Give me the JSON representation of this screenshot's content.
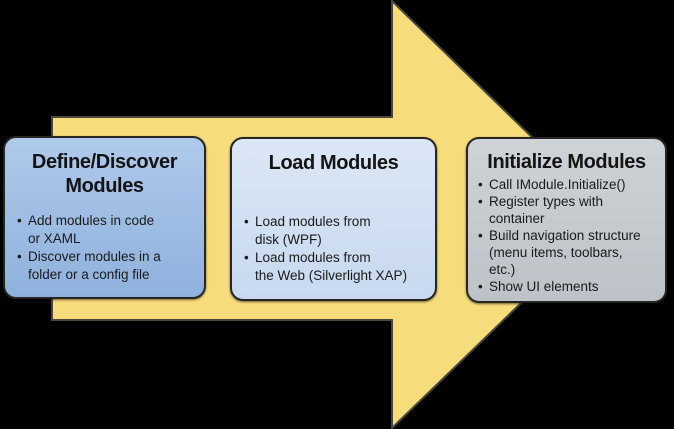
{
  "colors": {
    "background": "#000000",
    "arrow_fill": "#F6DC7B",
    "arrow_outline": "#4A483C",
    "box_define_top": "#AFCAEB",
    "box_define_bottom": "#8FB1DD",
    "box_load_top": "#DBE7F6",
    "box_load_bottom": "#C8D9EF",
    "box_init_top": "#CED3D7",
    "box_init_bottom": "#BCC2C7",
    "box_border": "#26251F",
    "text": "#1A1A1A"
  },
  "boxes": [
    {
      "id": "define-discover-modules",
      "title": "Define/Discover\nModules",
      "bullets": [
        "Add modules in code\nor XAML",
        "Discover modules in a\nfolder or a config file"
      ]
    },
    {
      "id": "load-modules",
      "title": "Load Modules",
      "bullets": [
        "Load modules from\ndisk (WPF)",
        "Load modules from\nthe Web (Silverlight XAP)"
      ]
    },
    {
      "id": "initialize-modules",
      "title": "Initialize Modules",
      "bullets": [
        "Call IModule.Initialize()",
        "Register types with\ncontainer",
        "Build navigation structure\n(menu items, toolbars,\netc.)",
        "Show UI elements"
      ]
    }
  ]
}
